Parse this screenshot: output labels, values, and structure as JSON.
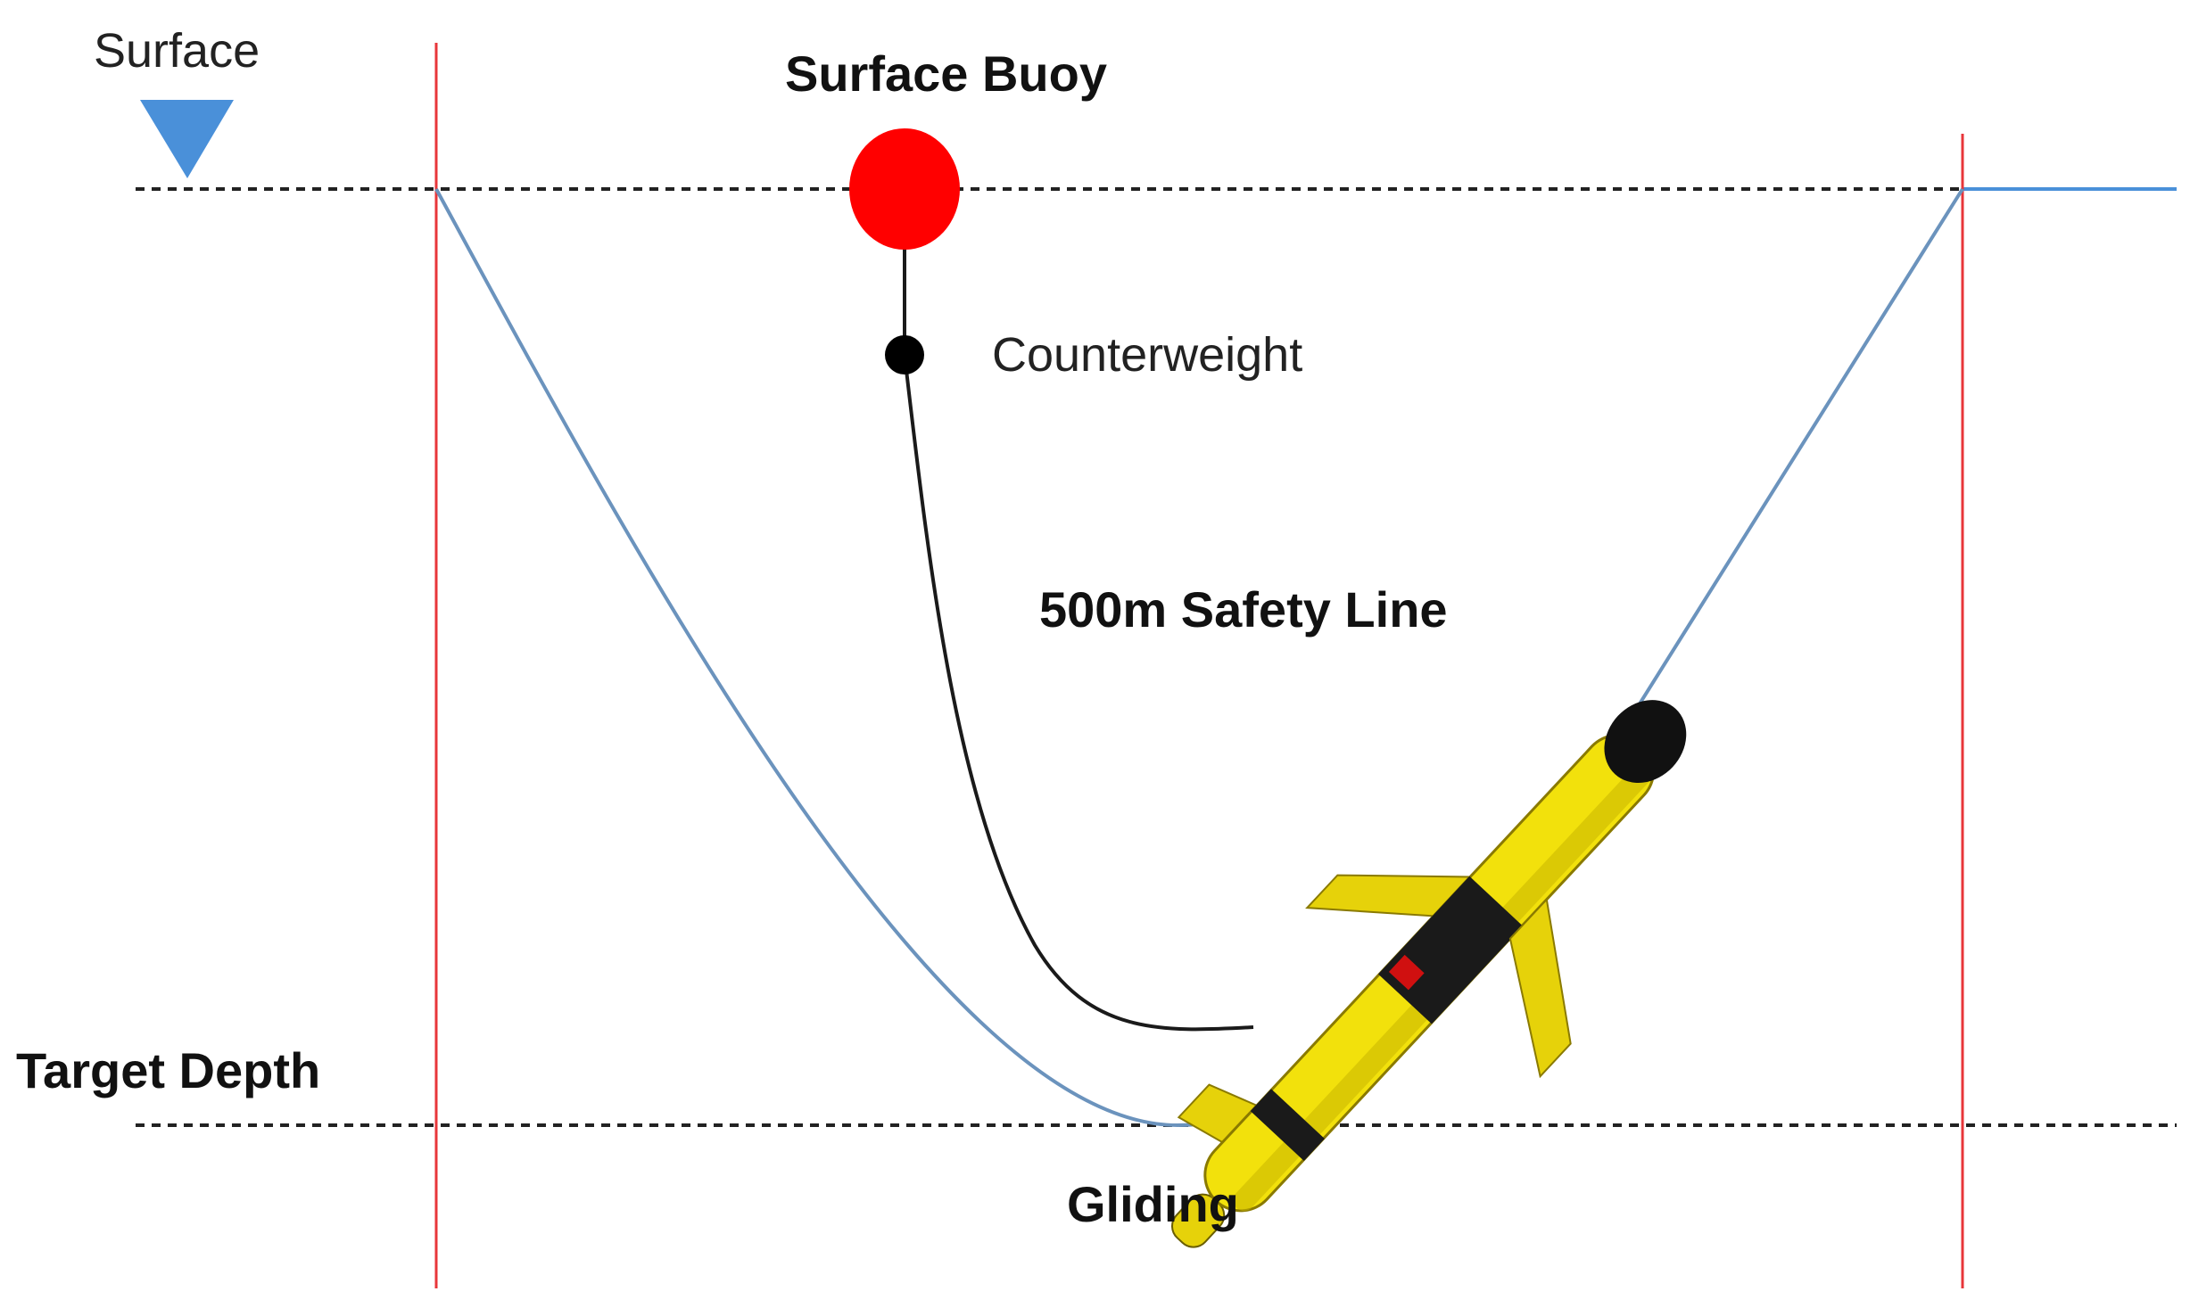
{
  "labels": {
    "surface": "Surface",
    "surface_buoy": "Surface Buoy",
    "counterweight": "Counterweight",
    "safety_line": "500m Safety Line",
    "target_depth": "Target Depth",
    "gliding": "Gliding"
  },
  "colors": {
    "boundary_line": "#e8363a",
    "glide_path": "#6b93bd",
    "surface_marker": "#4a90d9",
    "buoy": "#ff0000",
    "counterweight": "#000000",
    "tether": "#1a1a1a",
    "glider_body": "#f2e10c",
    "glider_nose": "#111111"
  },
  "icons": {
    "surface_marker": "water-surface-triangle-icon",
    "glider": "underwater-glider-icon"
  }
}
